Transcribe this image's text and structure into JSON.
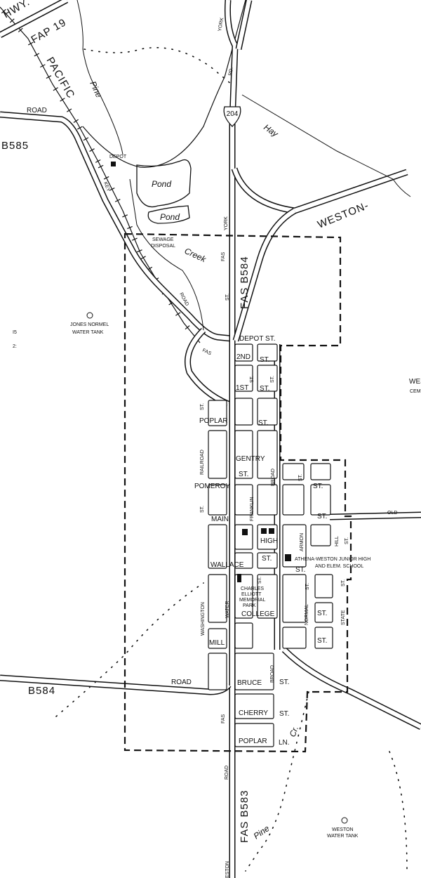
{
  "map": {
    "highways": {
      "hwy": "HWY.",
      "fap": "FAP 19",
      "route_shield": "204",
      "fas_b584": "FAS B584",
      "fas_b583": "FAS B583",
      "b585": "B585",
      "b584": "B584",
      "fas_shield": "FAS"
    },
    "roads": {
      "pacific": "PACIFIC",
      "road": "ROAD",
      "york": "YORK",
      "rd": "RD.",
      "weston": "WESTON-",
      "key": "KEY",
      "old": "OLD",
      "eston": "ESTON",
      "st": "ST."
    },
    "water": {
      "pine": "Pine",
      "hay": "Hay",
      "pond": "Pond",
      "creek": "Creek",
      "cr": "Cr."
    },
    "places": {
      "depot": "DEPOT",
      "sewage_1": "SEWAGE",
      "sewage_2": "DISPOSAL",
      "jones_1": "JONES NORMEL",
      "jones_2": "WATER TANK",
      "weston_tank_1": "WESTON",
      "weston_tank_2": "WATER TANK",
      "school_1": "ATHENA-WESTON JUNIOR HIGH",
      "school_2": "AND ELEM. SCHOOL",
      "park_1": "CHARLES",
      "park_2": "ELLIOTT",
      "park_3": "MEMORIAL",
      "park_4": "PARK",
      "high": "HIGH",
      "cem_1": "WES",
      "cem_2": "CEM"
    },
    "streets": {
      "depot_st": "DEPOT ST.",
      "second": "2ND",
      "first": "1ST",
      "poplar": "POPLAR",
      "railroad": "RAILROAD",
      "gentry": "GENTRY",
      "broad": "BROAD",
      "pomeroy": "POMEROY",
      "franklin": "FRANKLIN",
      "main": "MAIN",
      "armon": "ARMON",
      "hill": "HILL",
      "wallace": "WALLACE",
      "washington": "WASHINGTON",
      "water": "WATER",
      "college": "COLLEGE",
      "normal": "NORMAL",
      "state": "STATE",
      "mill": "MILL",
      "bruce": "BRUCE",
      "cherry": "CHERRY",
      "ln": "LN."
    },
    "edge": {
      "a": "I5",
      "b": "2:"
    }
  }
}
